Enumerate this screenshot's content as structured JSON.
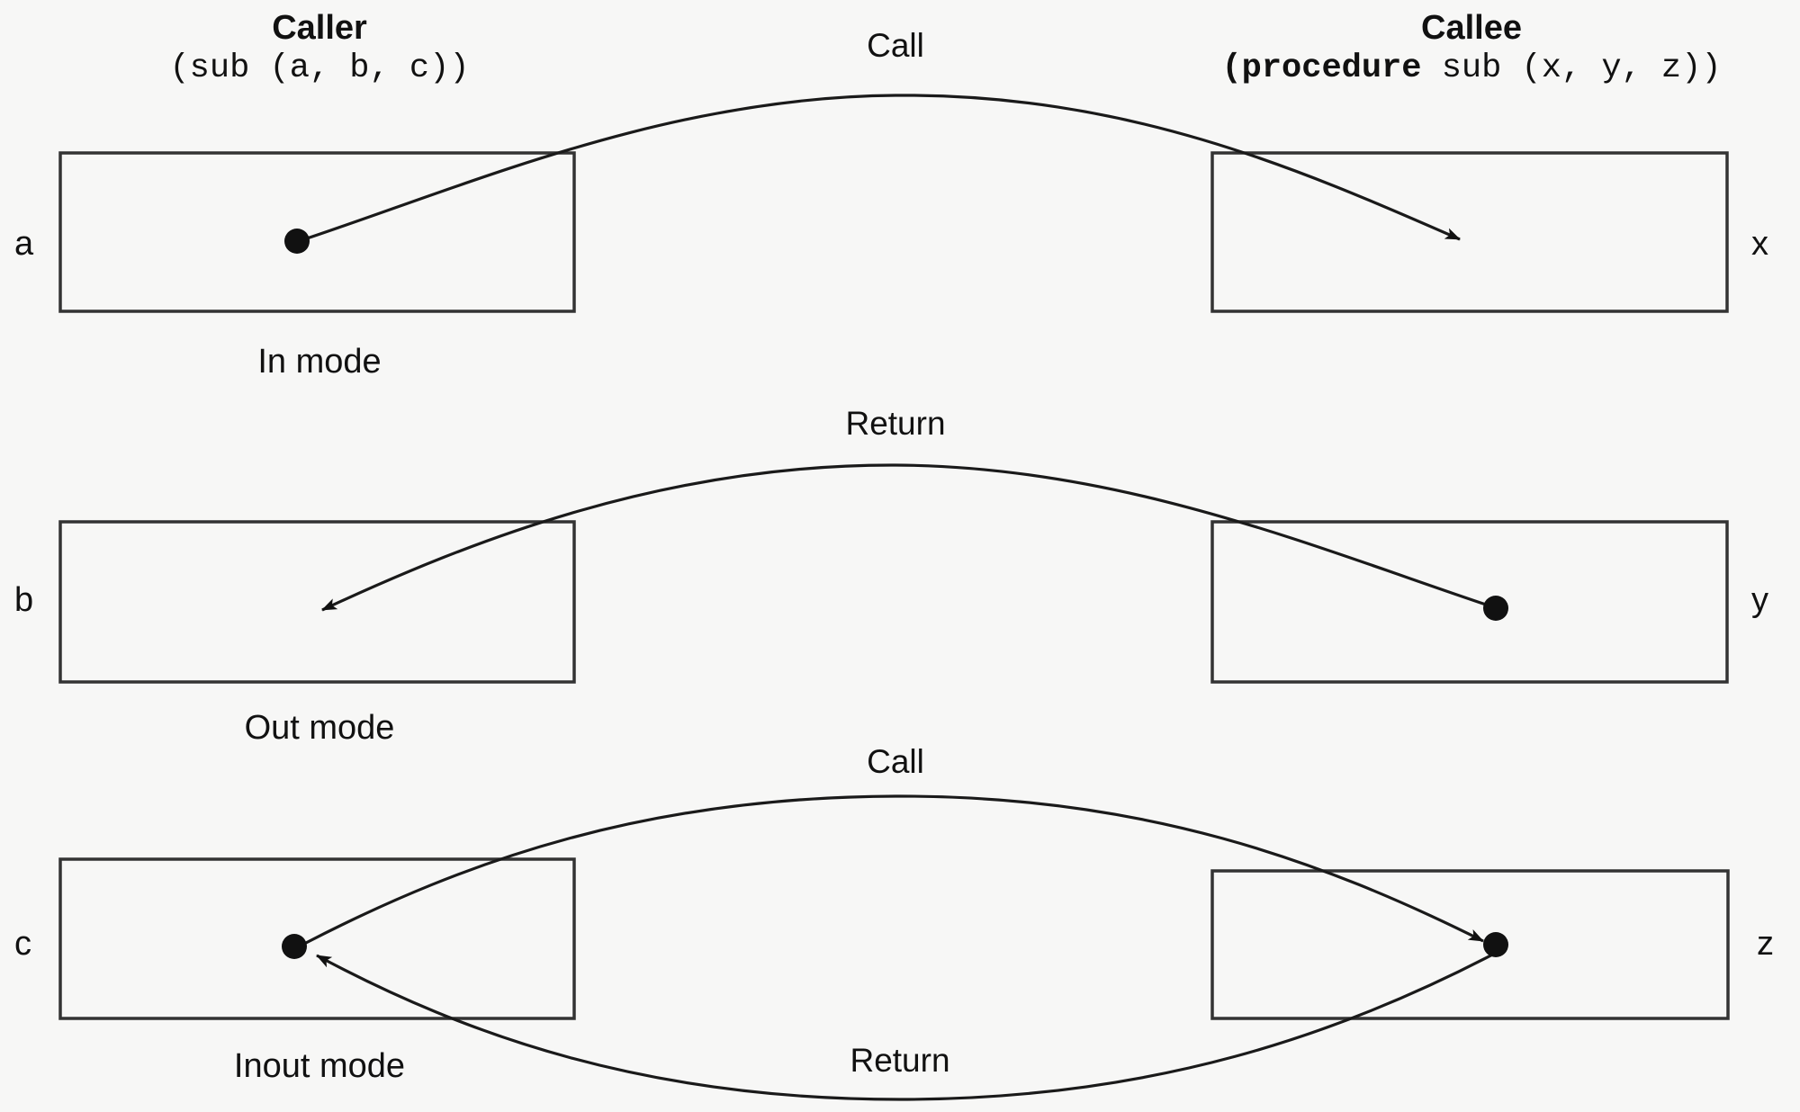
{
  "diagram": {
    "title_left": "Caller",
    "title_right": "Callee",
    "signature_left": "(sub (a, b, c))",
    "signature_right_keyword": "(procedure",
    "signature_right_rest": " sub (x, y, z))",
    "background_color": "#f7f7f6",
    "stroke_color": "#1a1a1a",
    "box_fill": "#f7f7f6"
  },
  "rows": [
    {
      "caller_param": "a",
      "callee_param": "x",
      "mode_caption": "In mode",
      "edges": [
        {
          "label": "Call",
          "direction": "caller-to-callee",
          "source_marker": "dot",
          "target_marker": "arrow"
        }
      ]
    },
    {
      "caller_param": "b",
      "callee_param": "y",
      "mode_caption": "Out mode",
      "edges": [
        {
          "label": "Return",
          "direction": "callee-to-caller",
          "source_marker": "dot",
          "target_marker": "arrow"
        }
      ]
    },
    {
      "caller_param": "c",
      "callee_param": "z",
      "mode_caption": "Inout mode",
      "edges": [
        {
          "label": "Call",
          "direction": "caller-to-callee",
          "source_marker": "dot",
          "target_marker": "arrow"
        },
        {
          "label": "Return",
          "direction": "callee-to-caller",
          "source_marker": "dot",
          "target_marker": "arrow"
        }
      ]
    }
  ]
}
